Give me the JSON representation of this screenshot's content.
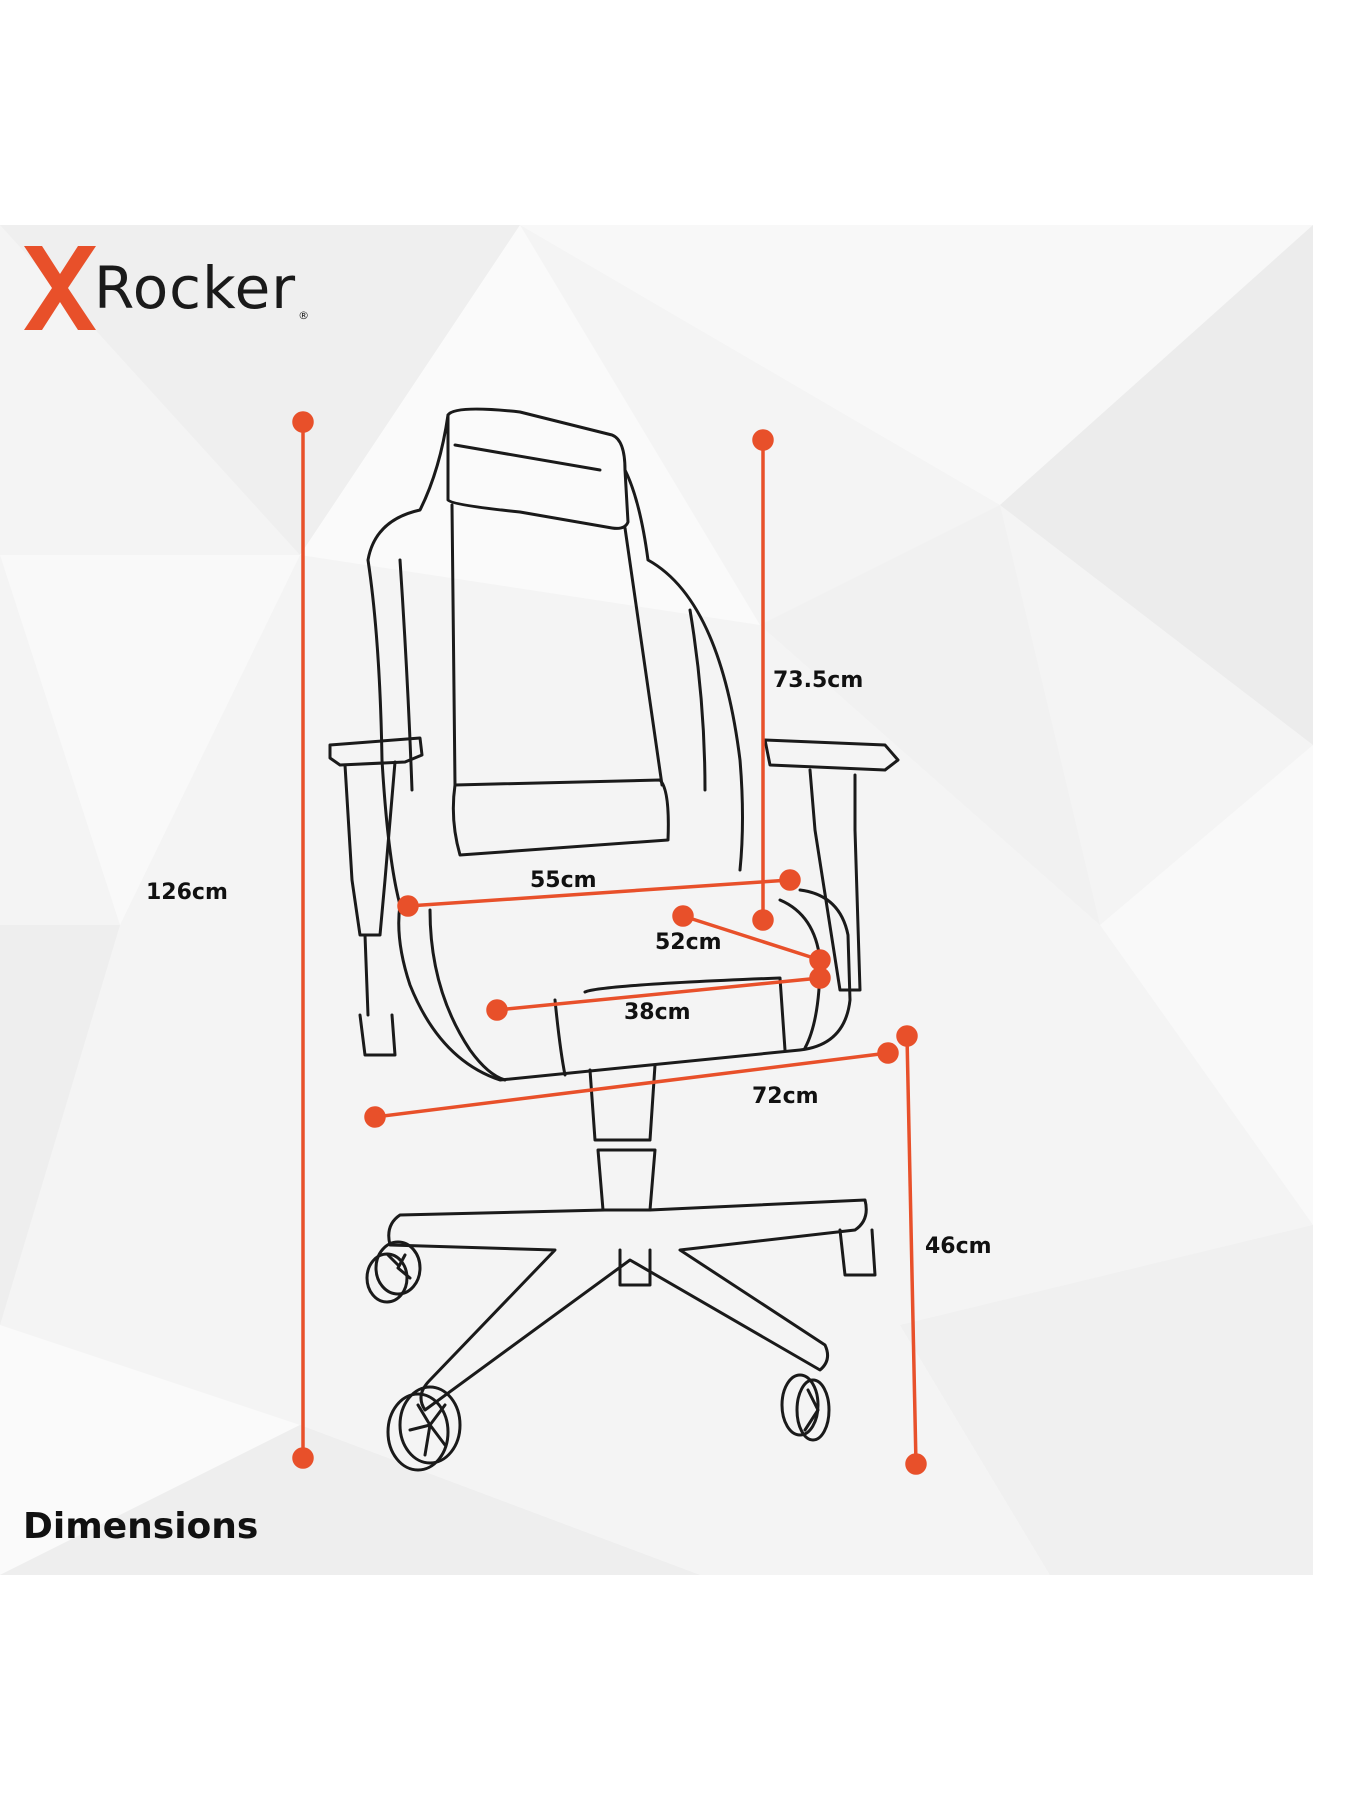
{
  "brand": {
    "name": "Rocker",
    "registered_mark": "®",
    "accent_color": "#e8502a",
    "logo_icon": "x-logo-icon"
  },
  "page_title": "Dimensions",
  "dimensions": {
    "overall_height": "126cm",
    "backrest_height": "73.5cm",
    "seat_width": "55cm",
    "seat_depth": "52cm",
    "seat_inner_width": "38cm",
    "overall_width": "72cm",
    "seat_height": "46cm"
  },
  "colors": {
    "line": "#e8502a",
    "outline": "#1a1a1a",
    "background": "#f4f4f4"
  }
}
